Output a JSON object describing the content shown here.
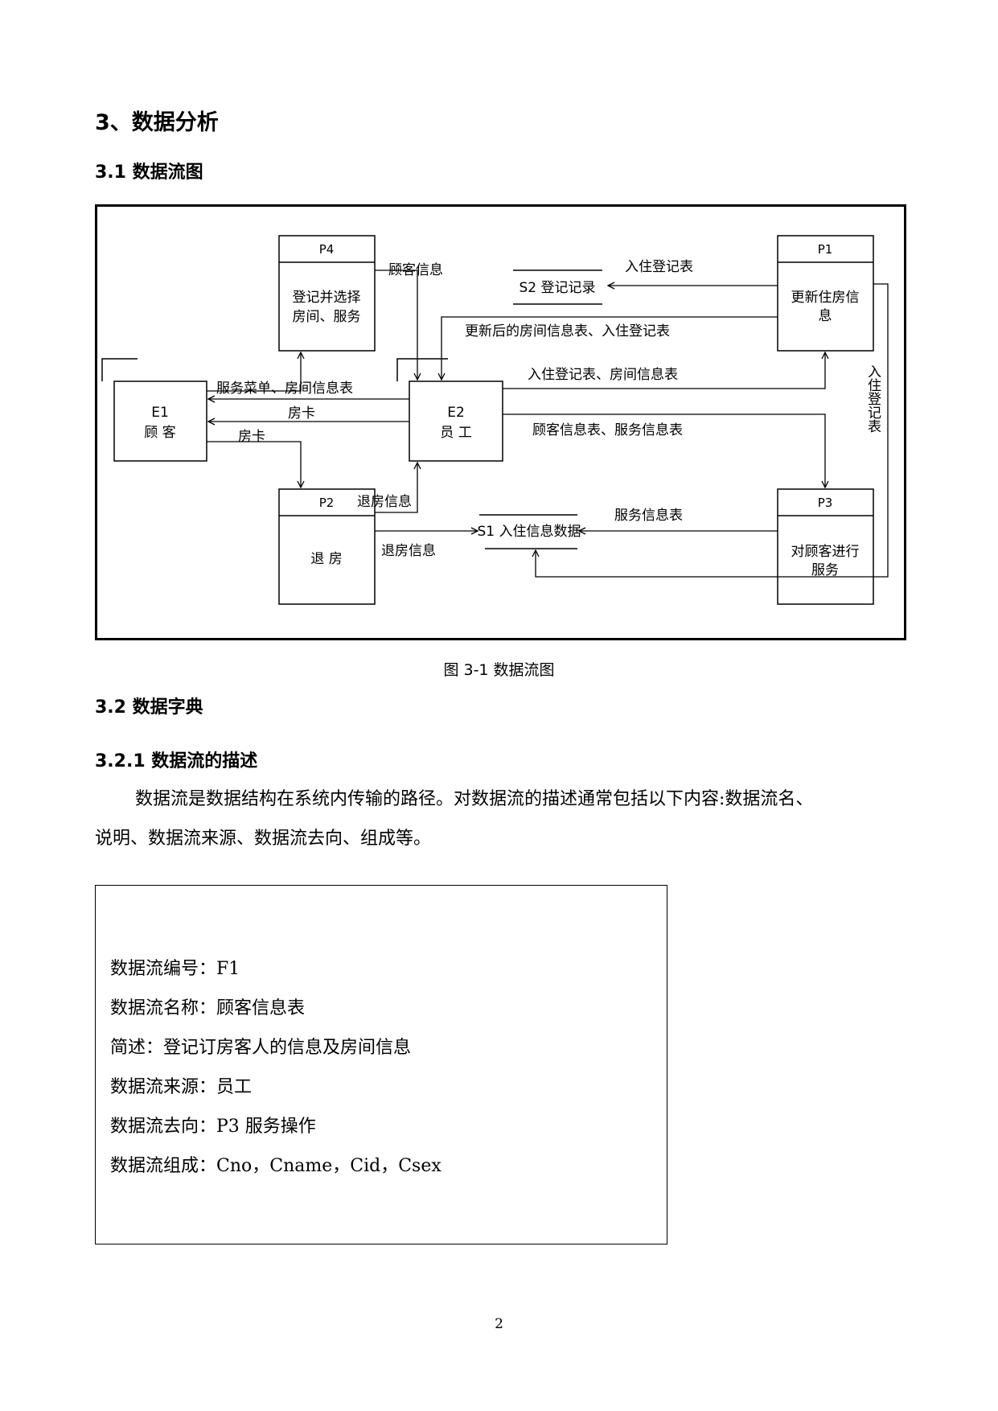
{
  "section_title": "3、数据分析",
  "subsection_dfd": "3.1 数据流图",
  "diagram": {
    "p4": {
      "id": "P4",
      "line1": "登记并选择",
      "line2": "房间、服务"
    },
    "p1": {
      "id": "P1",
      "line1": "更新住房信",
      "line2": "息"
    },
    "p2": {
      "id": "P2",
      "label": "退  房"
    },
    "p3": {
      "id": "P3",
      "line1": "对顾客进行",
      "line2": "服务"
    },
    "e1": {
      "id": "E1",
      "label": "顾   客"
    },
    "e2": {
      "id": "E2",
      "label": "员 工"
    },
    "s1": "S1 入住信息数据",
    "s2": "S2 登记记录",
    "flows": {
      "customer_info": "顾客信息",
      "checkin_form_top": "入住登记表",
      "updated_info": "更新后的房间信息表、入住登记表",
      "menu_room_info": "服务菜单、房间信息表",
      "room_card_1": "房卡",
      "room_card_2": "房卡",
      "checkin_room_info": "入住登记表、房间信息表",
      "customer_service_info": "顾客信息表、服务信息表",
      "checkout_info_1": "退房信息",
      "checkout_info_2": "退房信息",
      "service_info": "服务信息表",
      "checkin_vertical": "入住登记表"
    }
  },
  "figure_caption": "图 3-1  数据流图",
  "subsection_dict": "3.2 数据字典",
  "subsubsection_flow": "3.2.1 数据流的描述",
  "paragraph_line1": "数据流是数据结构在系统内传输的路径。对数据流的描述通常包括以下内容:数据流名、",
  "paragraph_line2": "说明、数据流来源、数据流去向、组成等。",
  "dictionary": [
    "数据流编号：F1",
    "数据流名称：顾客信息表",
    "简述：登记订房客人的信息及房间信息",
    "数据流来源：员工",
    "数据流去向：P3 服务操作",
    "数据流组成：Cno，Cname，Cid，Csex"
  ],
  "page_number": "2"
}
